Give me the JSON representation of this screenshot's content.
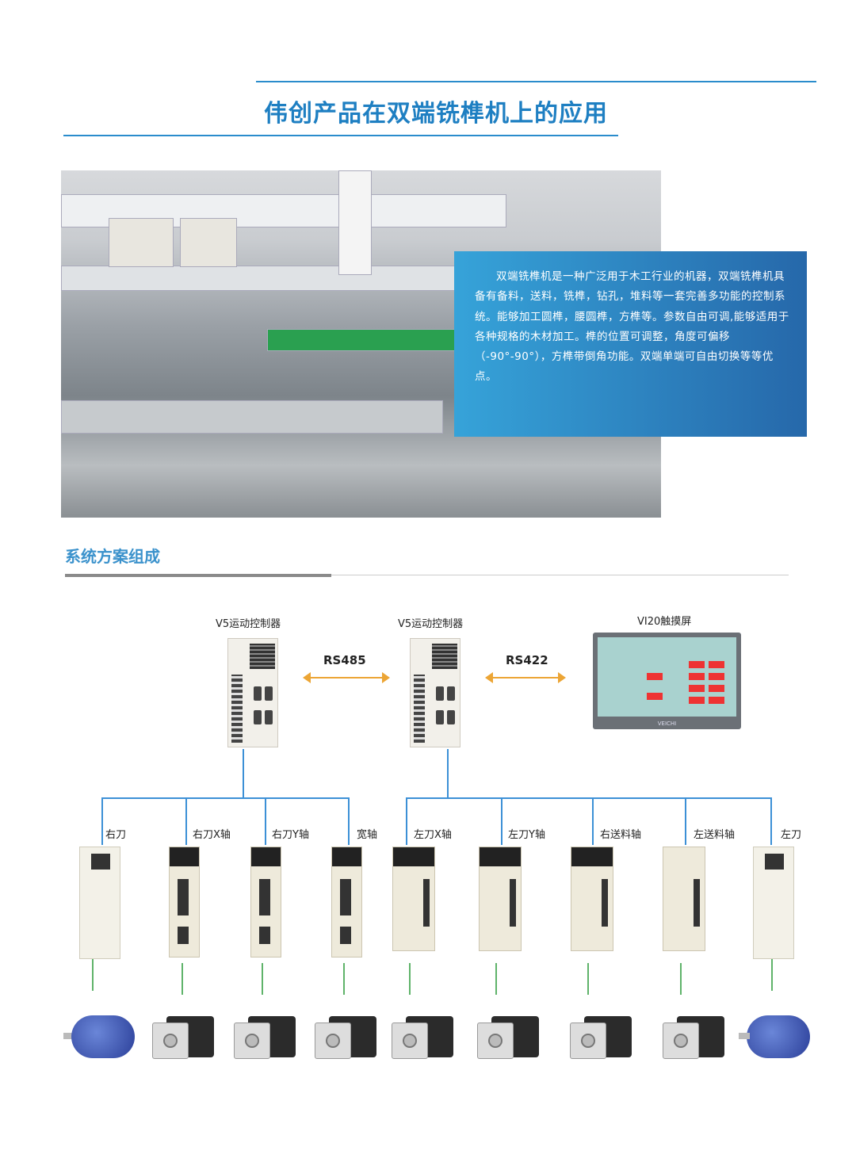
{
  "title": "伟创产品在双端铣榫机上的应用",
  "intro": "双端铣榫机是一种广泛用于木工行业的机器，双端铣榫机具备有备料，送料，铣榫，钻孔，堆料等一套完善多功能的控制系统。能够加工圆榫，腰圆榫，方榫等。参数自由可调,能够适用于各种规格的木材加工。榫的位置可调整，角度可偏移（-90°-90°），方榫带倒角功能。双端单端可自由切换等等优点。",
  "section_title": "系统方案组成",
  "diagram": {
    "controller1": "V5运动控制器",
    "controller2": "V5运动控制器",
    "hmi": "VI20触摸屏",
    "hmi_brand": "VEICHI",
    "link1": "RS485",
    "link2": "RS422",
    "axes": [
      "右刀",
      "右刀X轴",
      "右刀Y轴",
      "宽轴",
      "左刀X轴",
      "左刀Y轴",
      "右送料轴",
      "左送料轴",
      "左刀"
    ]
  },
  "colors": {
    "accent": "#1e7fc2",
    "arrow": "#eca535",
    "bus": "#3c90d6"
  }
}
